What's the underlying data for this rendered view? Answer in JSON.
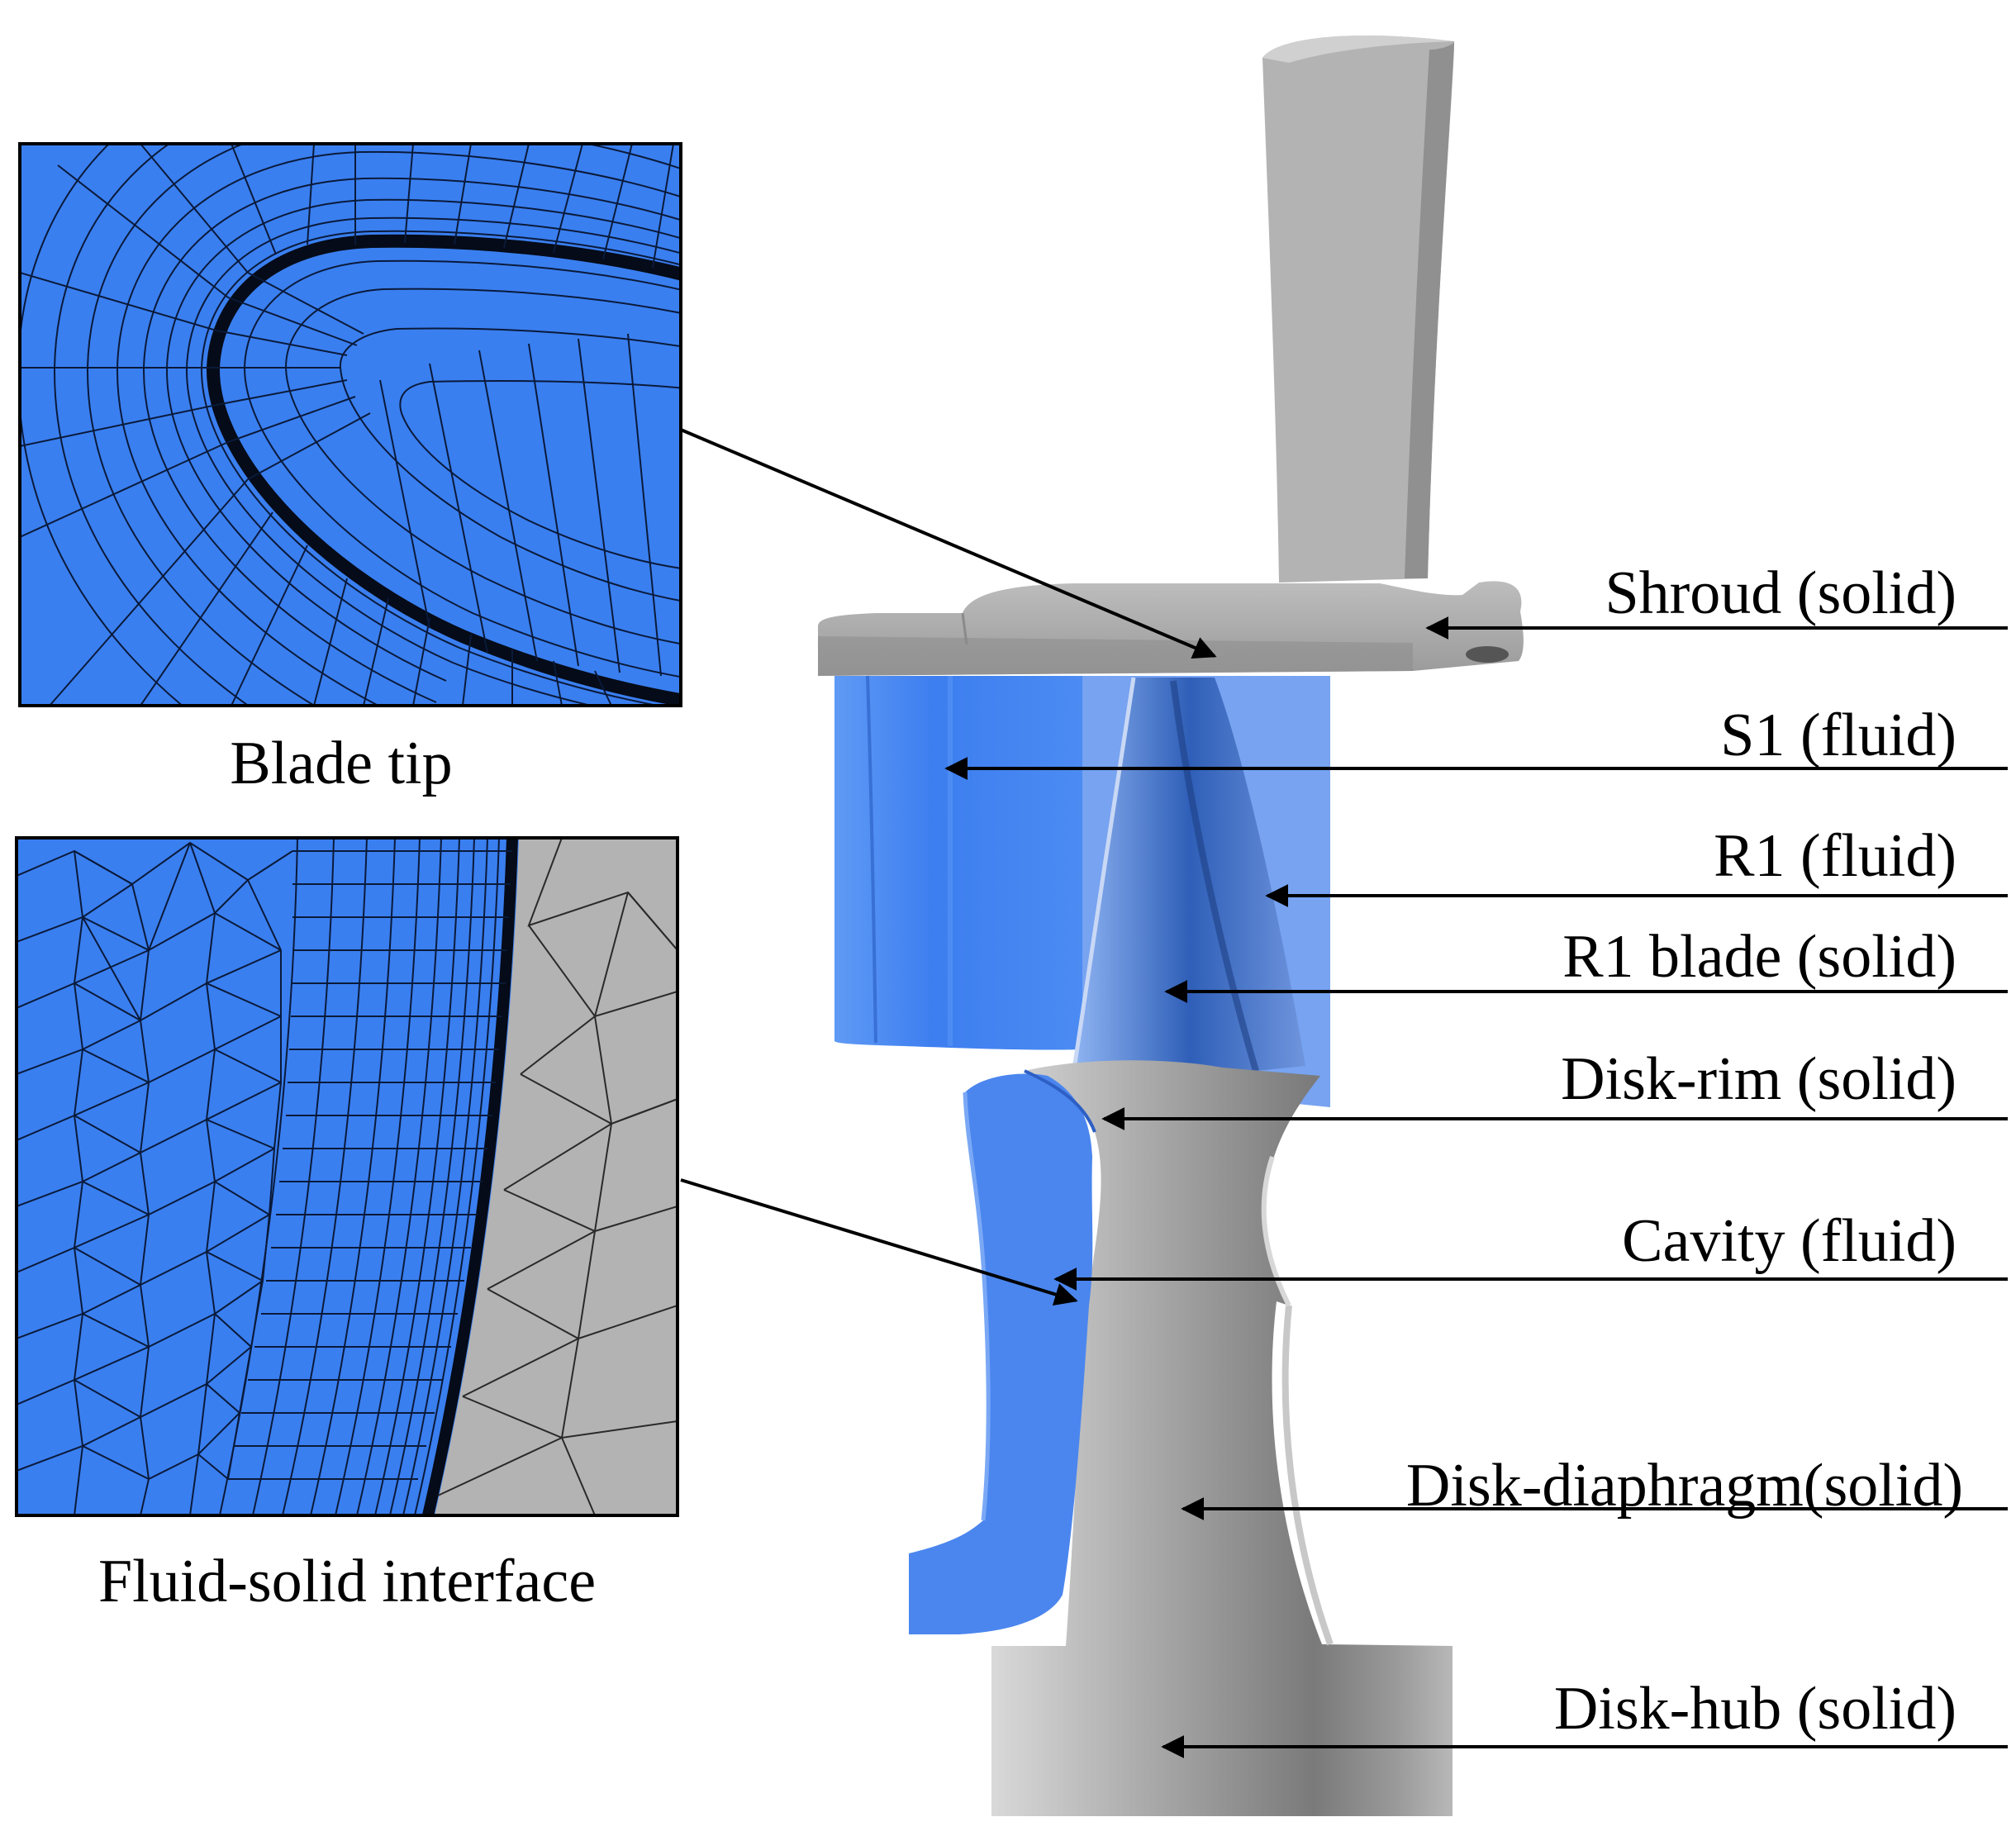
{
  "insets": {
    "blade_tip": {
      "caption": "Blade tip"
    },
    "fluid_solid": {
      "caption": "Fluid-solid interface"
    }
  },
  "labels": {
    "shroud": "Shroud (solid)",
    "s1": "S1 (fluid)",
    "r1": "R1 (fluid)",
    "r1_blade": "R1 blade (solid)",
    "disk_rim": "Disk-rim (solid)",
    "cavity": "Cavity (fluid)",
    "disk_diaphragm": "Disk-diaphragm(solid)",
    "disk_hub": "Disk-hub (solid)"
  },
  "colors": {
    "fluid_blue": "#3a7ff0",
    "solid_gray": "#a6a6a6",
    "mesh_line": "#0a1a3a",
    "background": "#ffffff"
  }
}
